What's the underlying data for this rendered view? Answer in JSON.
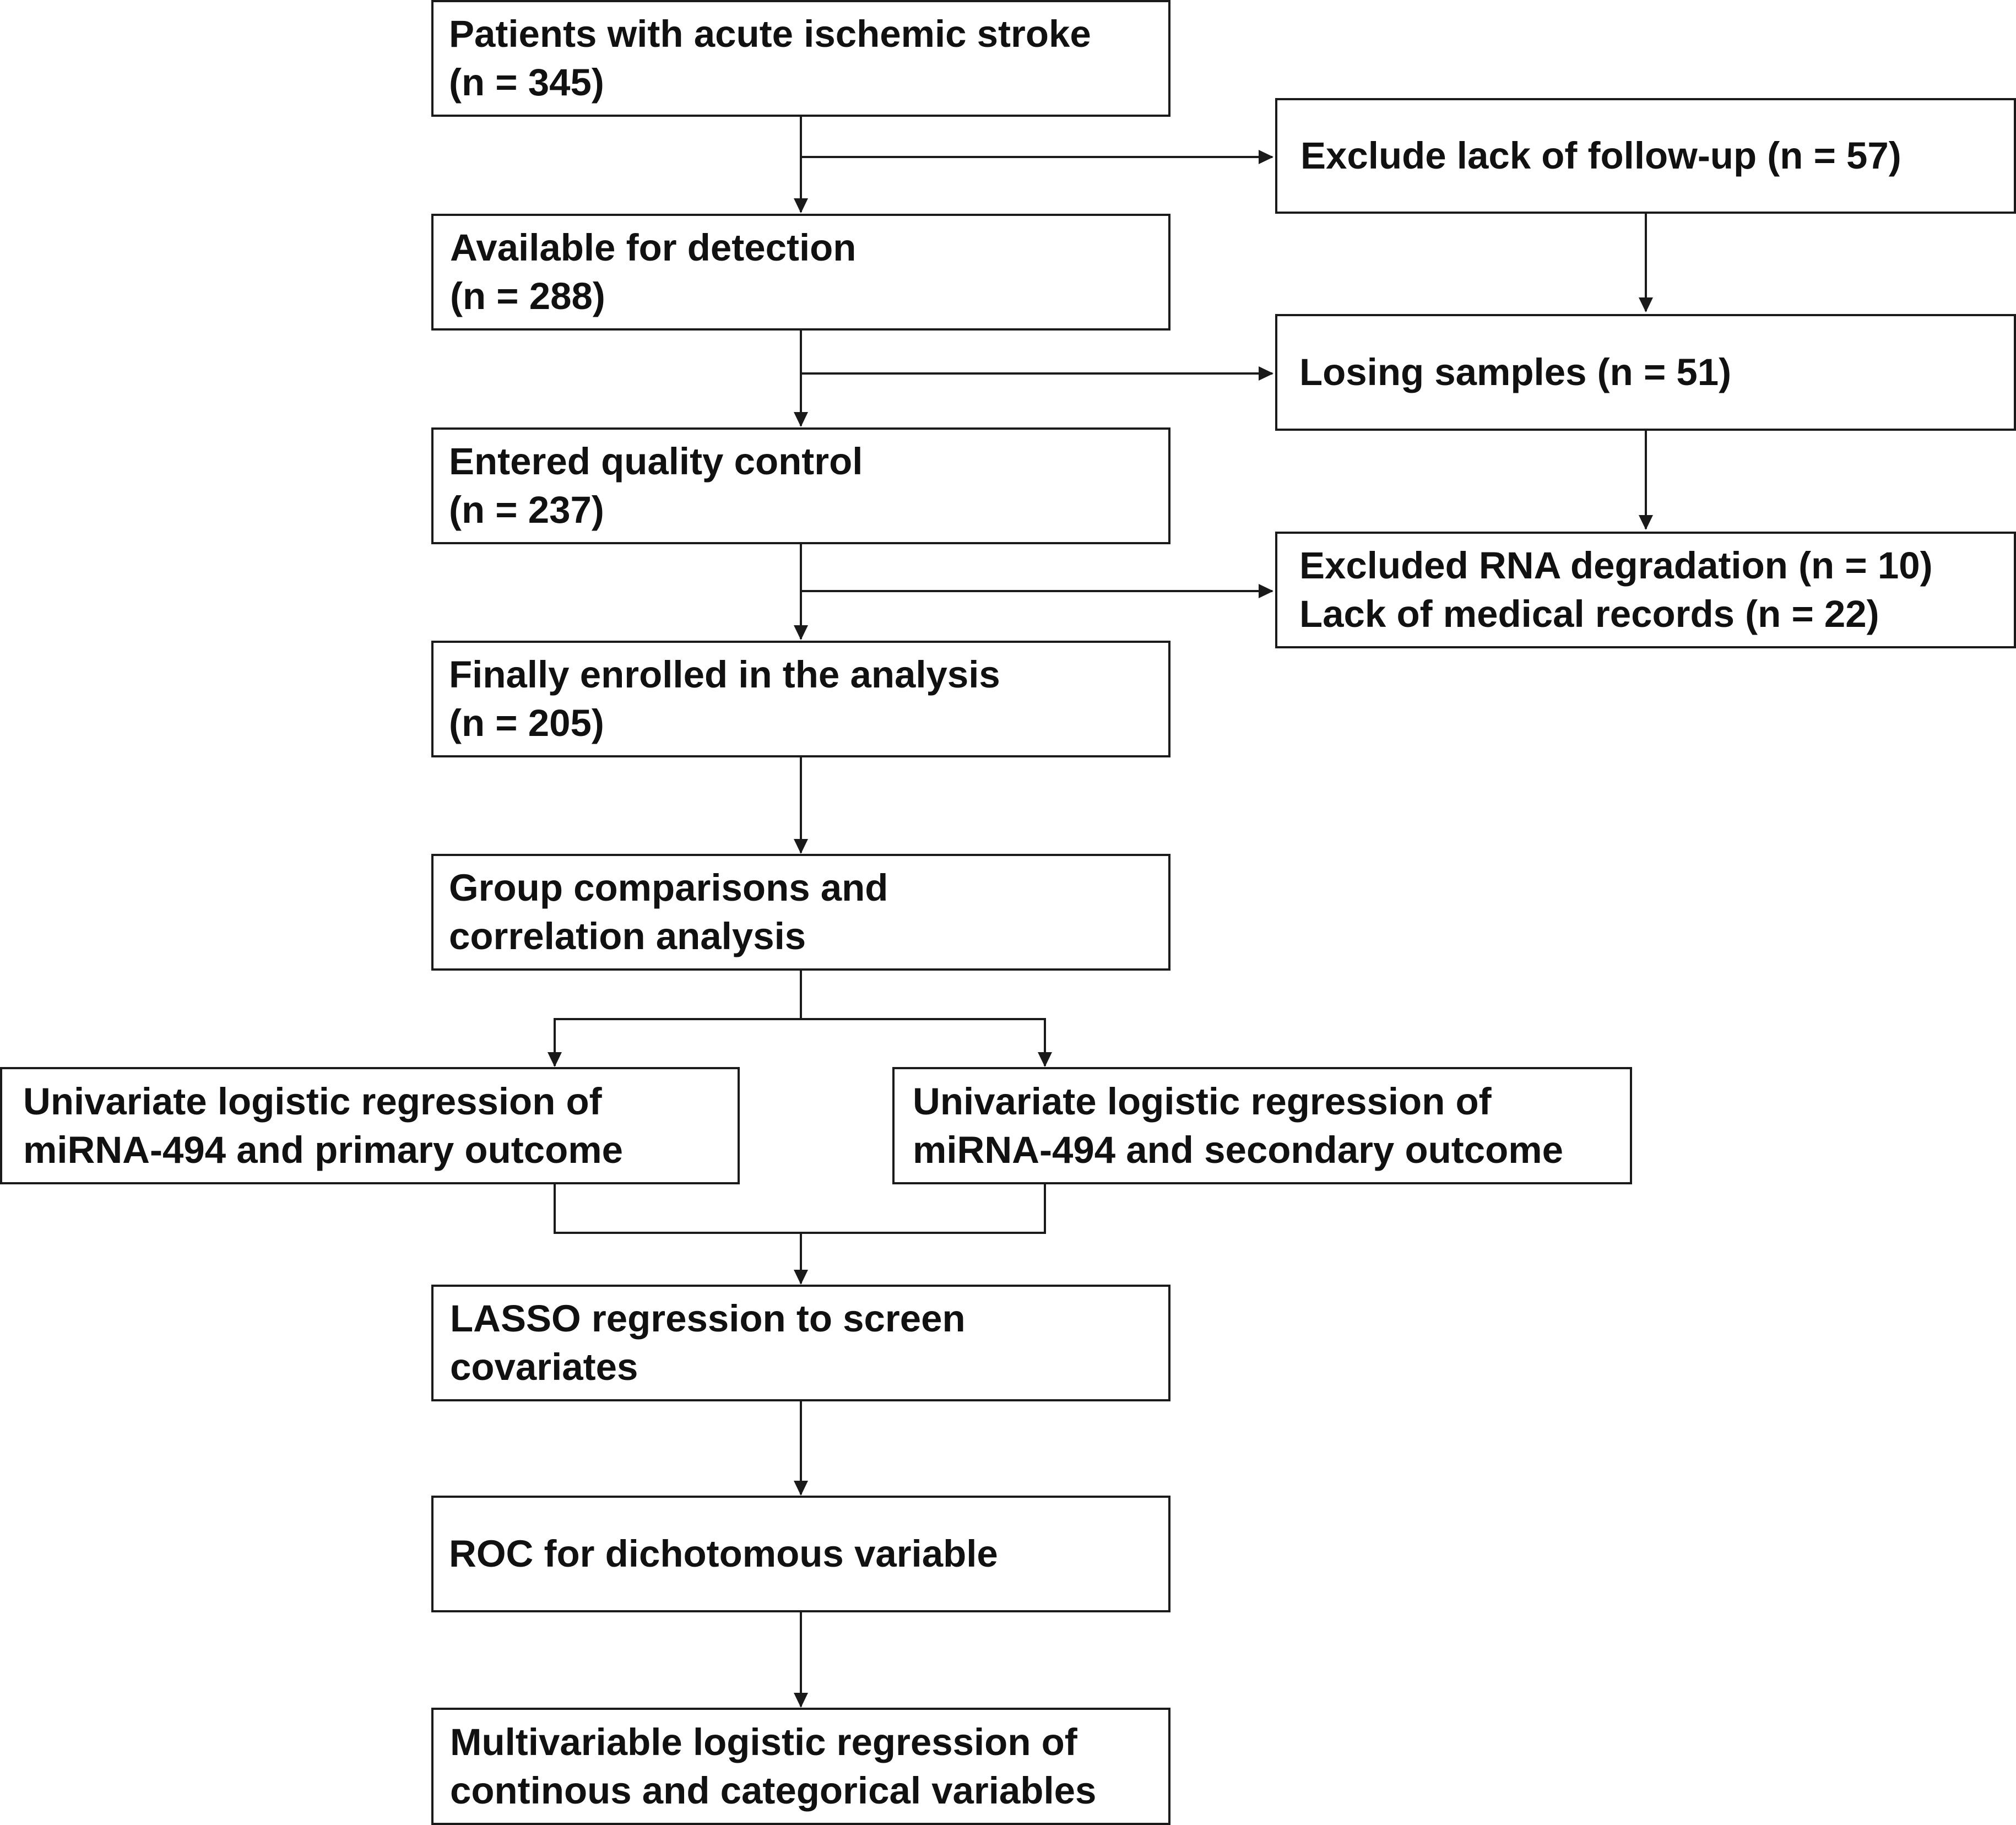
{
  "flowchart": {
    "nodes": {
      "patients": "Patients with acute ischemic stroke\n(n = 345)",
      "available": "Available for detection\n(n = 288)",
      "quality": "Entered quality control\n(n = 237)",
      "enrolled": "Finally enrolled in the analysis\n(n = 205)",
      "group": "Group comparisons and\ncorrelation analysis",
      "univariate_primary": "Univariate logistic regression of\nmiRNA-494 and primary outcome",
      "univariate_secondary": "Univariate logistic regression of\nmiRNA-494 and secondary outcome",
      "lasso": "LASSO regression to screen\ncovariates",
      "roc": "ROC for dichotomous variable",
      "multivariable": "Multivariable logistic regression of\ncontinous and categorical variables",
      "exclude_followup": "Exclude lack of follow-up (n = 57)",
      "losing_samples": "Losing samples (n = 51)",
      "excluded_rna": "Excluded RNA degradation (n = 10)\nLack of medical records (n = 22)"
    },
    "colors": {
      "border": "#1a1a1a",
      "text": "#111111",
      "background": "#ffffff"
    }
  }
}
